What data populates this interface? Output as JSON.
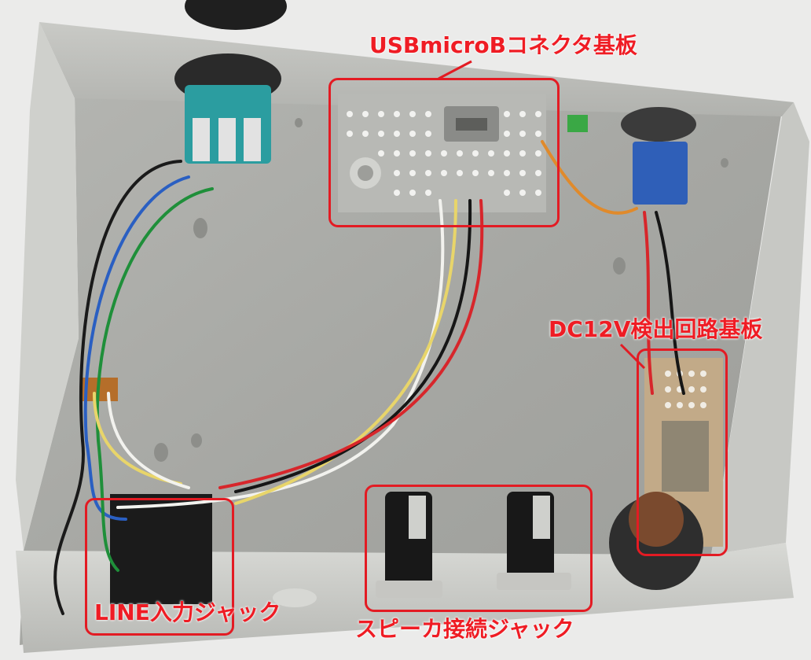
{
  "labels": {
    "usb_board": "USBmicroBコネクタ基板",
    "dc12v_board": "DC12V検出回路基板",
    "line_jack": "LINE入力ジャック",
    "speaker_jacks": "スピーカ接続ジャック"
  },
  "colors": {
    "annotation_red": "#e31b23",
    "chassis": "#a9aaa6",
    "wall": "#ebebea"
  }
}
